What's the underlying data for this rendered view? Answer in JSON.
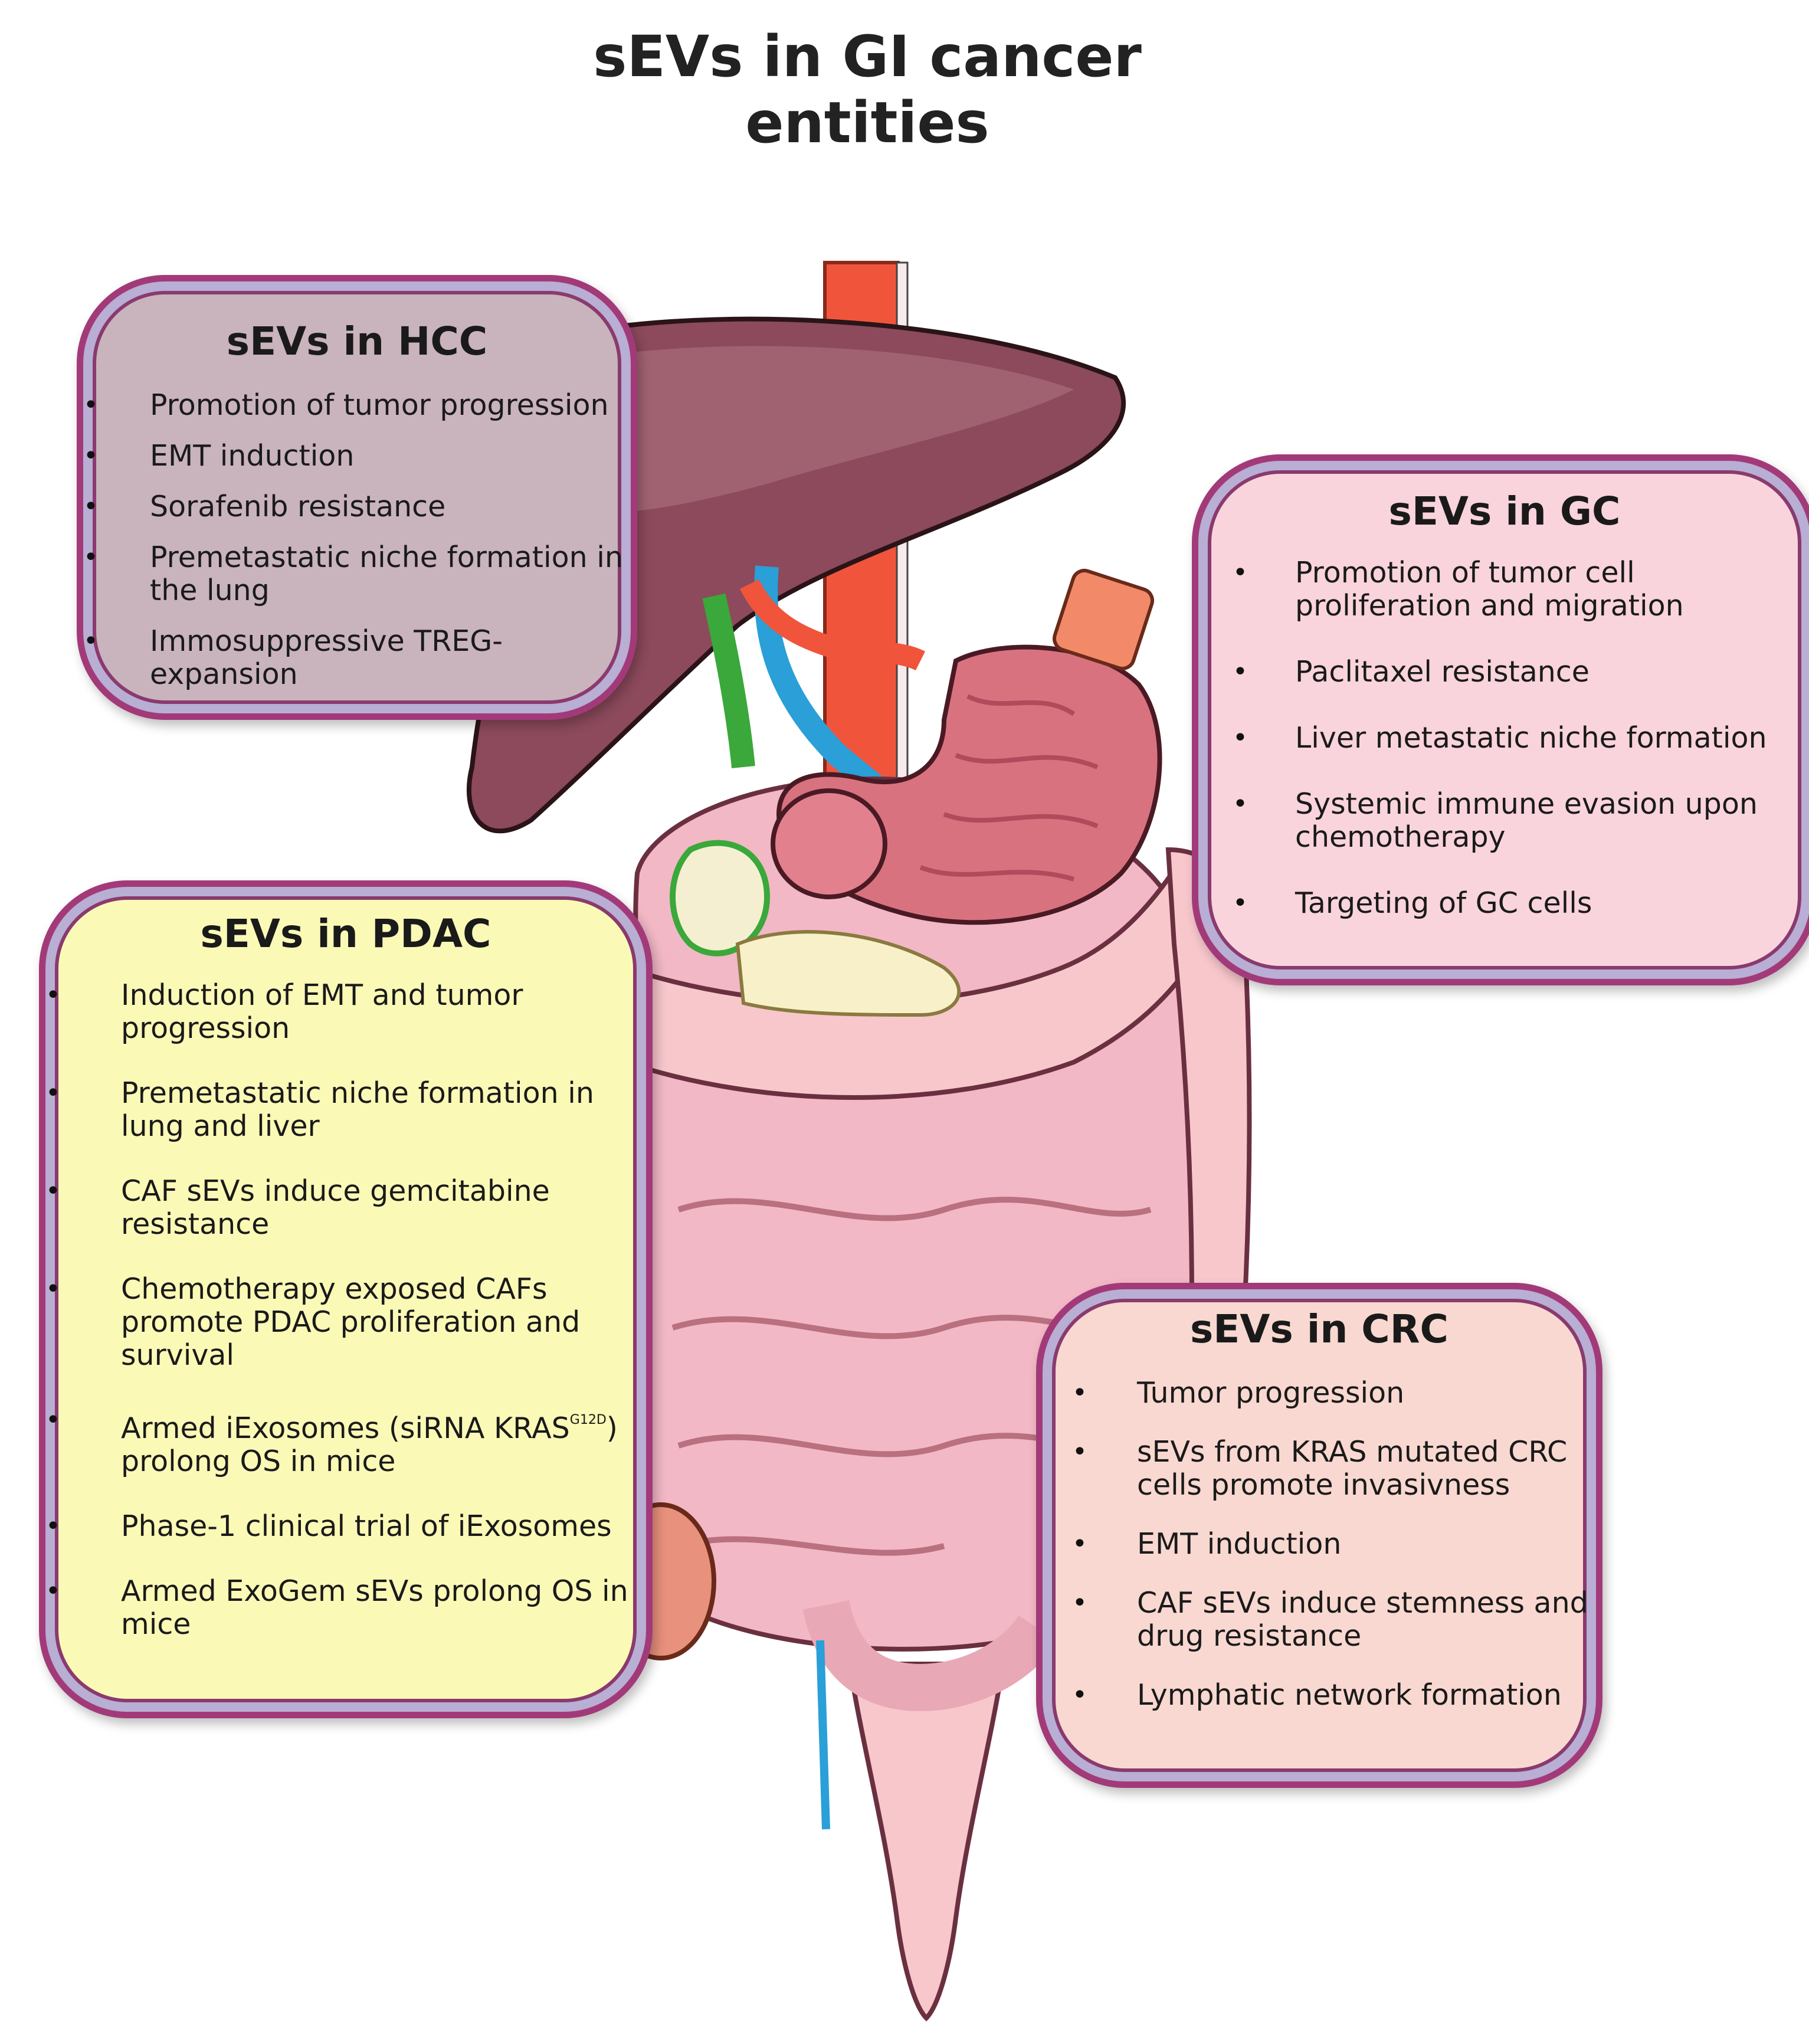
{
  "title": {
    "line1": "sEVs in GI cancer",
    "line2": "entities"
  },
  "boxes": {
    "hcc": {
      "heading": "sEVs in HCC",
      "items": [
        "Promotion of tumor progression",
        "EMT induction",
        "Sorafenib resistance",
        "Premetastatic niche formation in the lung",
        "Immosuppressive TREG-expansion"
      ],
      "color": "#c9b3bd"
    },
    "gc": {
      "heading": "sEVs in GC",
      "items": [
        "Promotion of tumor cell proliferation and migration",
        "Paclitaxel resistance",
        "Liver metastatic niche formation",
        "Systemic immune evasion upon chemotherapy",
        "Targeting of GC cells"
      ],
      "color": "#f9d4dc"
    },
    "pdac": {
      "heading": "sEVs in PDAC",
      "items": [
        "Induction of EMT and tumor progression",
        "Premetastatic niche formation in lung and liver",
        "CAF sEVs induce gemcitabine resistance",
        "Chemotherapy exposed CAFs promote PDAC proliferation and survival",
        "Armed iExosomes (siRNA KRAS",
        "prolong OS in mice",
        "Phase-1 clinical trial of iExosomes",
        "Armed ExoGem sEVs prolong OS in mice"
      ],
      "kras_superscript": "G12D",
      "kras_close": ")",
      "color": "#fbf9b6"
    },
    "crc": {
      "heading": "sEVs in CRC",
      "items": [
        "Tumor progression",
        "sEVs from KRAS mutated CRC cells promote invasivness",
        "EMT induction",
        "CAF sEVs induce stemness and drug resistance",
        "Lymphatic network formation"
      ],
      "color": "#f8d8d0"
    }
  },
  "colors": {
    "box_border": "#a23a79",
    "liver": "#8c4a5c",
    "aorta": "#f0553c",
    "vein": "#2a9fd8",
    "bile_duct": "#3aa83a",
    "stomach": "#d9727f",
    "intestine": "#f2b8c6"
  }
}
